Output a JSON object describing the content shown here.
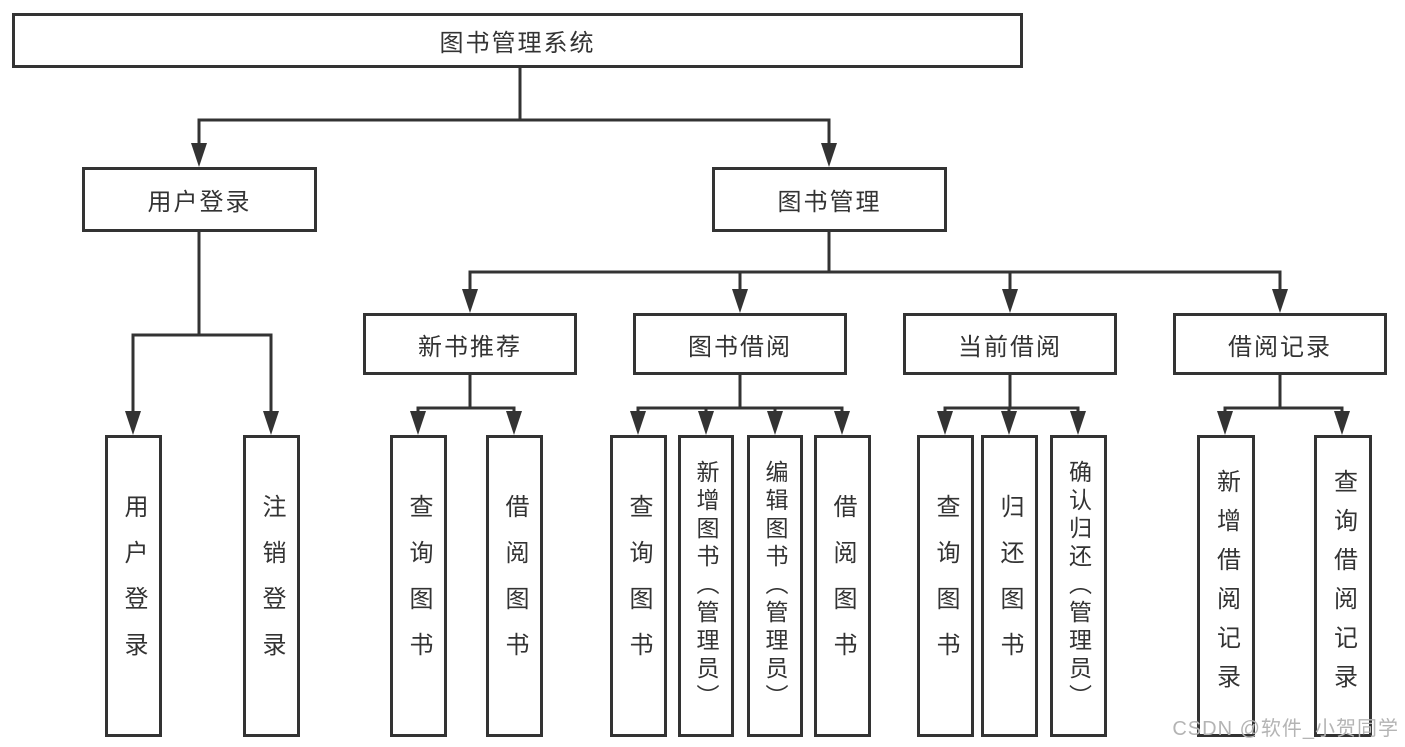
{
  "diagram": {
    "type": "hierarchy-tree",
    "root": {
      "label": "图书管理系统"
    },
    "branches": [
      {
        "label": "用户登录",
        "children": [
          {
            "label": "用户登录"
          },
          {
            "label": "注销登录"
          }
        ]
      },
      {
        "label": "图书管理",
        "children": [
          {
            "label": "新书推荐",
            "children": [
              {
                "label": "查询图书"
              },
              {
                "label": "借阅图书"
              }
            ]
          },
          {
            "label": "图书借阅",
            "children": [
              {
                "label": "查询图书"
              },
              {
                "label": "新增图书（管理员）"
              },
              {
                "label": "编辑图书（管理员）"
              },
              {
                "label": "借阅图书"
              }
            ]
          },
          {
            "label": "当前借阅",
            "children": [
              {
                "label": "查询图书"
              },
              {
                "label": "归还图书"
              },
              {
                "label": "确认归还（管理员）"
              }
            ]
          },
          {
            "label": "借阅记录",
            "children": [
              {
                "label": "新增借阅记录"
              },
              {
                "label": "查询借阅记录"
              }
            ]
          }
        ]
      }
    ]
  },
  "watermark": {
    "text": "CSDN @软件_小贺同学"
  },
  "colors": {
    "line": "#333333",
    "text": "#333333",
    "background": "#ffffff",
    "watermark": "#b4b4b4"
  }
}
